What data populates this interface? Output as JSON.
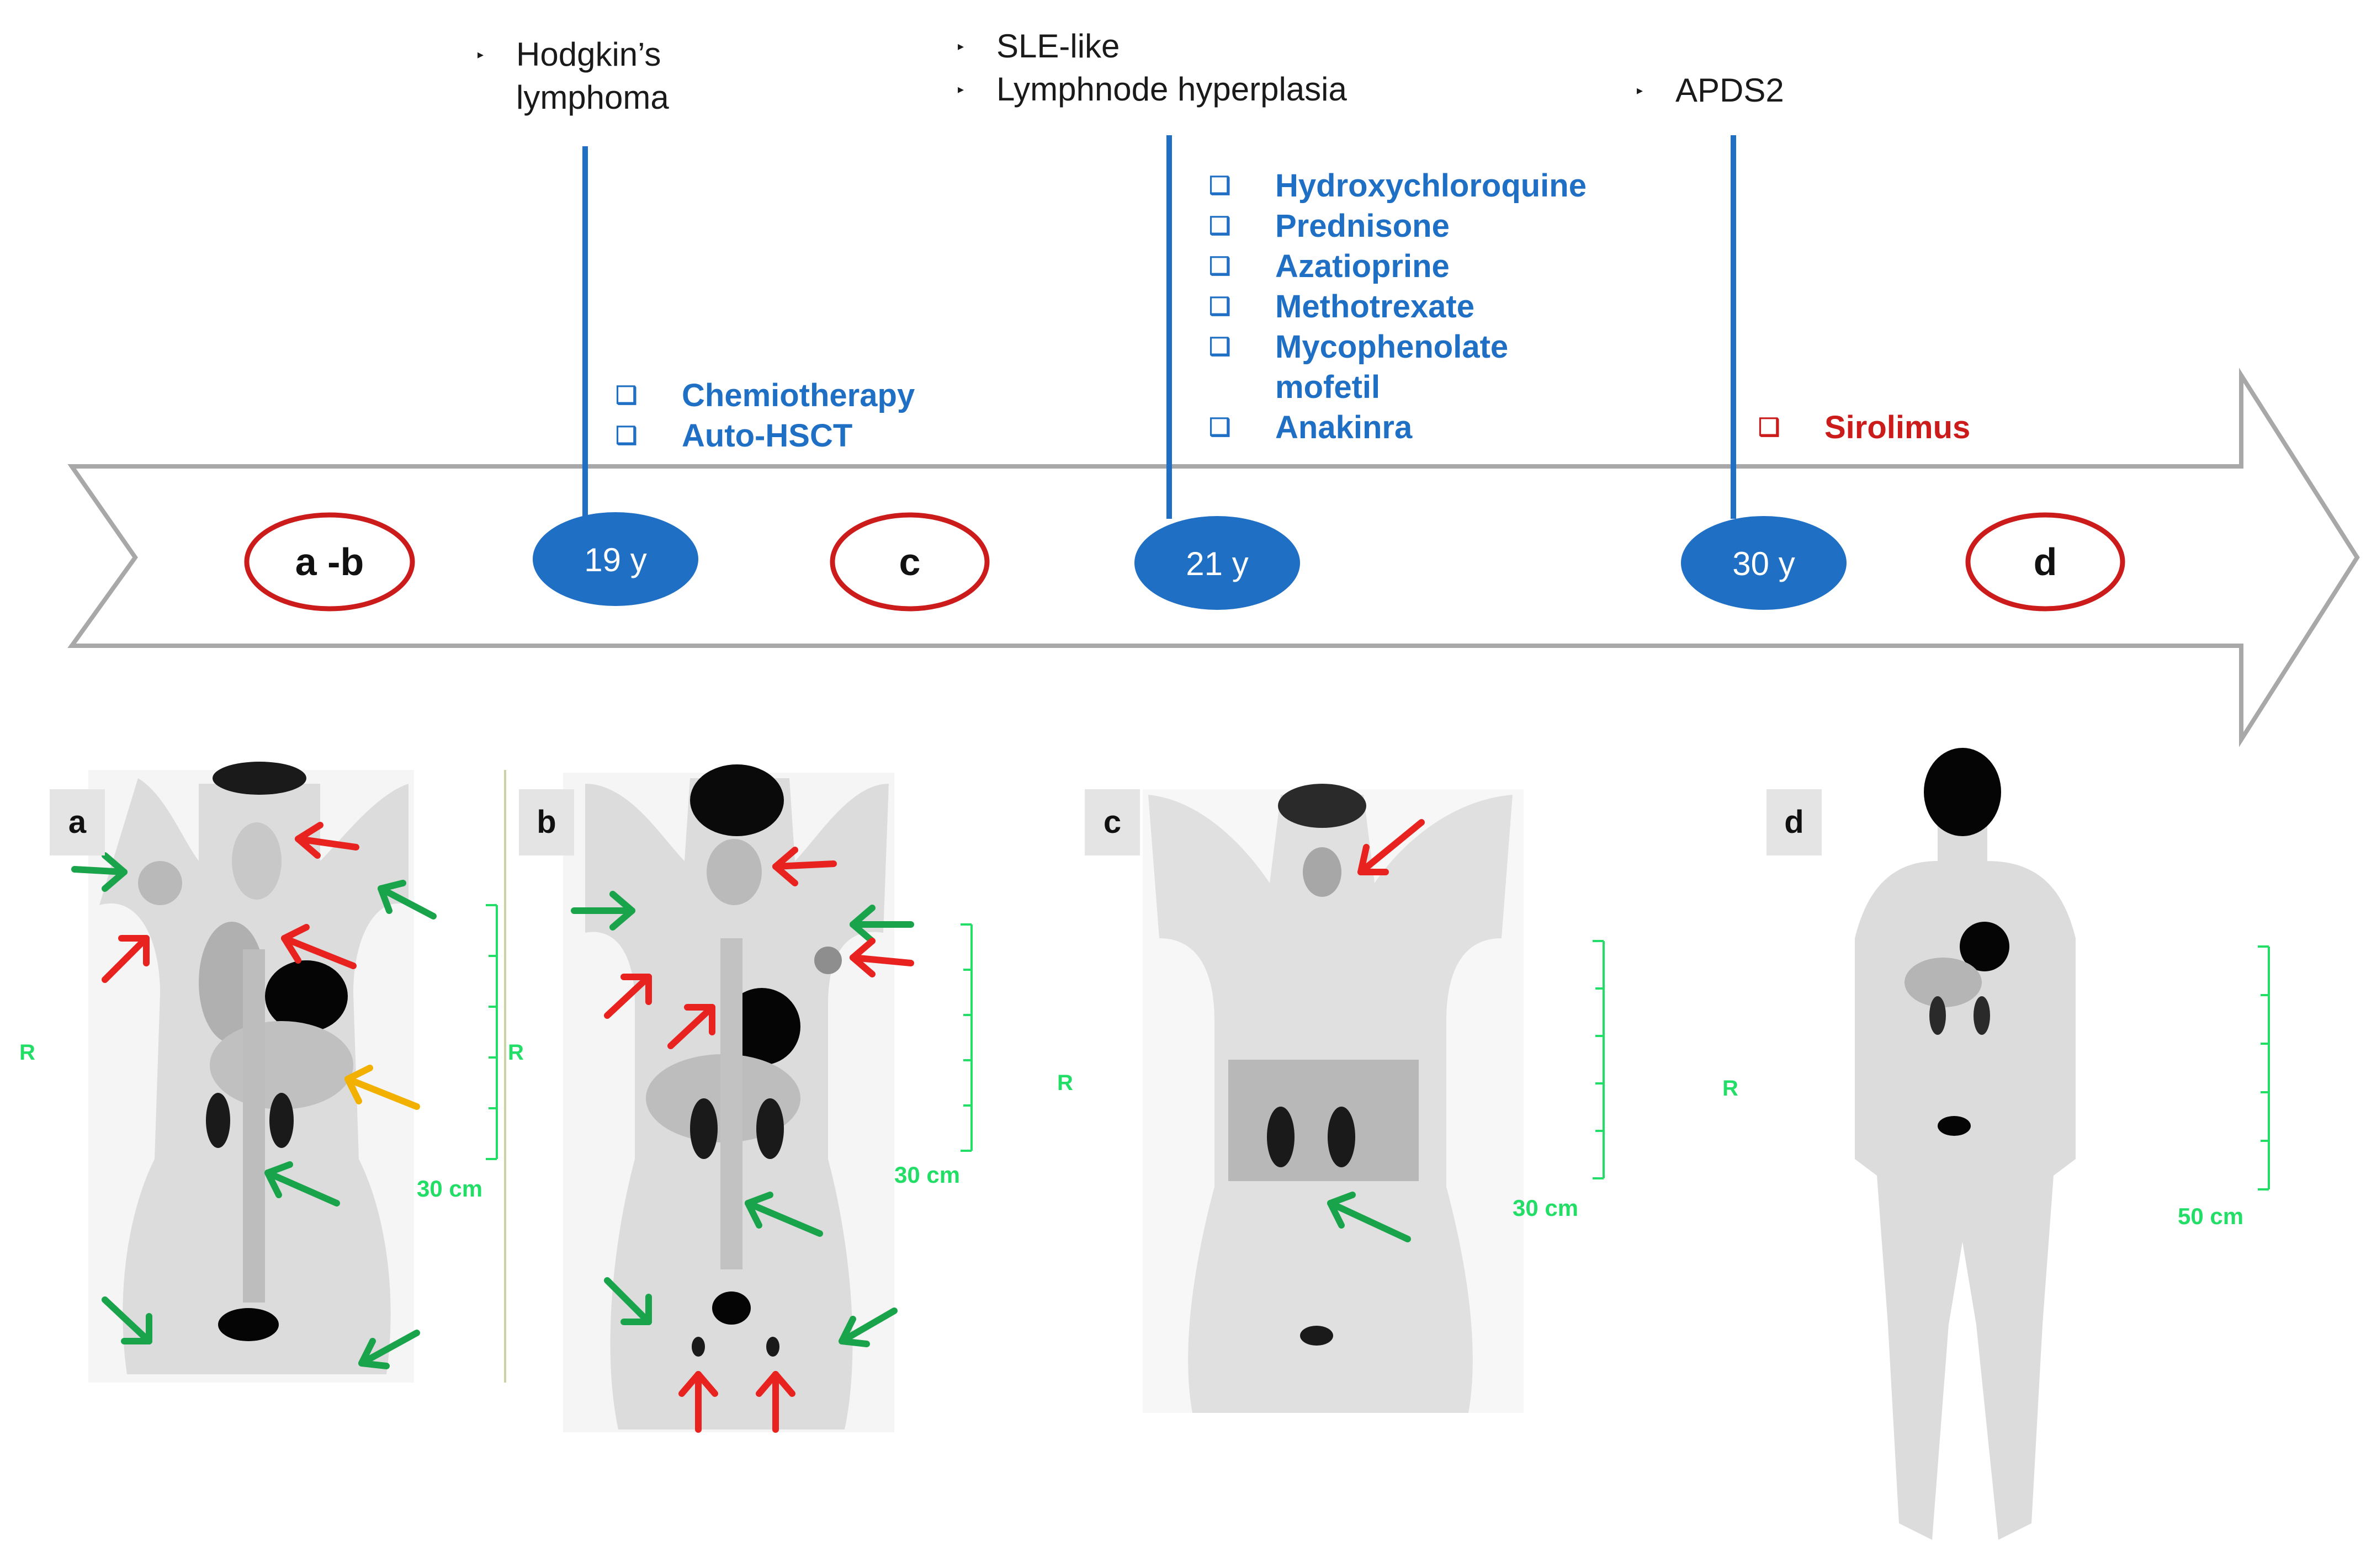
{
  "timeline": {
    "phases": [
      {
        "id": "ab",
        "label": "a -b"
      },
      {
        "id": "c",
        "label": "c"
      },
      {
        "id": "d",
        "label": "d"
      }
    ],
    "ages": [
      {
        "label": "19 y"
      },
      {
        "label": "21 y"
      },
      {
        "label": "30 y"
      }
    ],
    "events": [
      {
        "lines": [
          "Hodgkin’s",
          "lymphoma"
        ],
        "bullets": [
          "▸",
          ""
        ]
      },
      {
        "lines": [
          "SLE-like",
          "Lymphnode hyperplasia"
        ],
        "bullets": [
          "▸",
          "▸"
        ]
      },
      {
        "lines": [
          "APDS2"
        ],
        "bullets": [
          "▸"
        ]
      }
    ],
    "treatments_19y": [
      "Chemiotherapy",
      "Auto-HSCT"
    ],
    "treatments_21y": [
      "Hydroxychloroquine",
      "Prednisone",
      "Azatioprine",
      "Methotrexate",
      "Mycophenolate",
      "mofetil",
      "Anakinra"
    ],
    "treatments_30y": [
      "Sirolimus"
    ],
    "checkbox_symbol": "❑"
  },
  "panels": [
    {
      "label": "a",
      "scale": "30 cm",
      "side_marker": "R"
    },
    {
      "label": "b",
      "scale": "30 cm",
      "side_marker": "R"
    },
    {
      "label": "c",
      "scale": "30 cm",
      "side_marker": "R"
    },
    {
      "label": "d",
      "scale": "50 cm",
      "side_marker": "R"
    }
  ],
  "colors": {
    "arrow_outline": "#a8a8a8",
    "age_ellipse": "#1f6fc4",
    "phase_ellipse": "#cc1b1b",
    "timeline_line": "#1f6fc4",
    "treatment_blue": "#1f6fc4",
    "treatment_red": "#cc1b1b",
    "annotation_red": "#e8231f",
    "annotation_green": "#19a44b",
    "annotation_orange": "#f2b100",
    "scale_green": "#22dd66"
  }
}
